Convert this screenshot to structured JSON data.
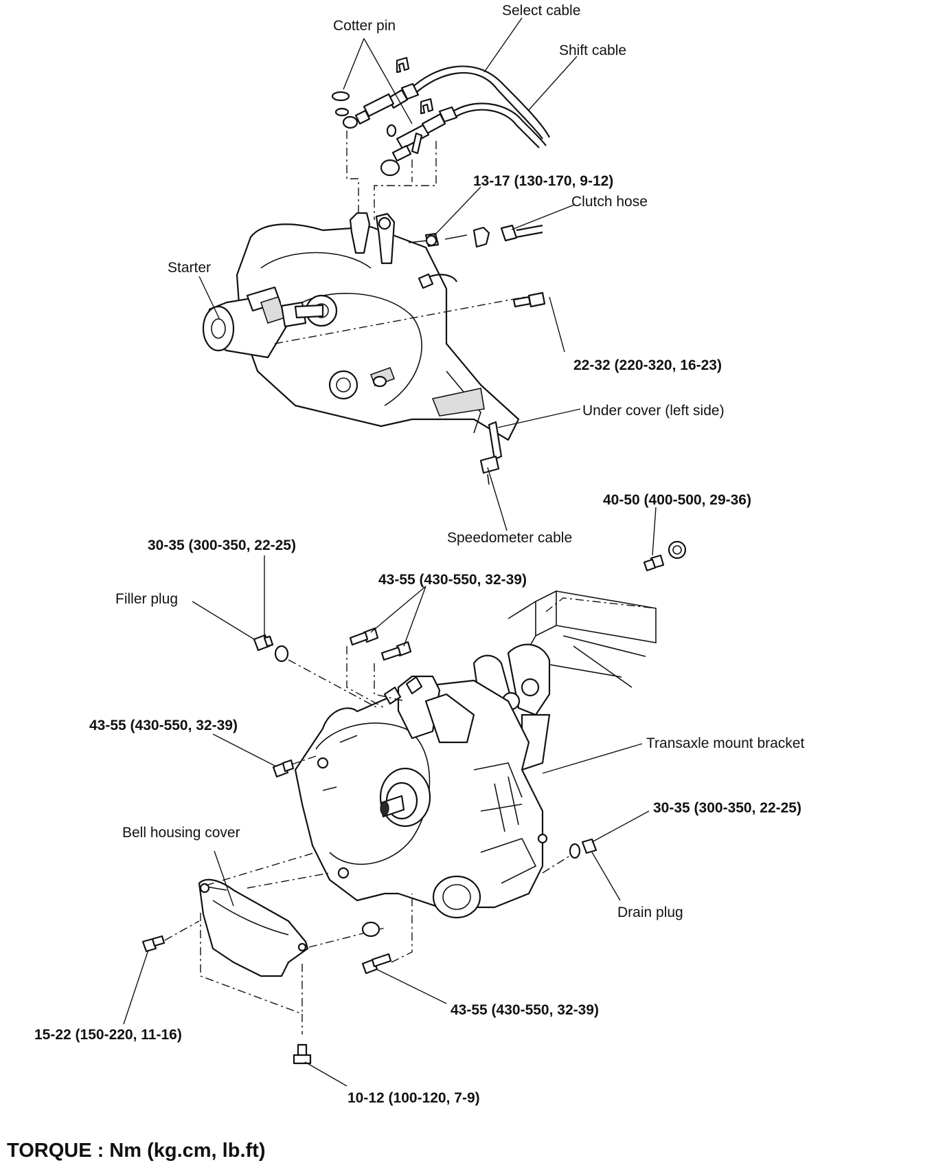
{
  "labels": {
    "cotter_pin": "Cotter pin",
    "select_cable": "Select cable",
    "shift_cable": "Shift cable",
    "torque_13_17": "13-17 (130-170, 9-12)",
    "clutch_hose": "Clutch hose",
    "starter": "Starter",
    "torque_22_32": "22-32 (220-320, 16-23)",
    "under_cover": "Under cover (left side)",
    "torque_40_50": "40-50 (400-500, 29-36)",
    "speedometer_cable": "Speedometer  cable",
    "torque_30_35_filler": "30-35 (300-350, 22-25)",
    "torque_43_55_top": "43-55 (430-550, 32-39)",
    "filler_plug": "Filler plug",
    "torque_43_55_left": "43-55 (430-550, 32-39)",
    "transaxle_mount_bracket": "Transaxle mount bracket",
    "torque_30_35_drain": "30-35 (300-350, 22-25)",
    "bell_housing_cover": "Bell housing cover",
    "drain_plug": "Drain plug",
    "torque_43_55_bottom": "43-55 (430-550, 32-39)",
    "torque_15_22": "15-22 (150-220, 11-16)",
    "torque_10_12": "10-12 (100-120, 7-9)"
  },
  "footer": {
    "torque_units": "TORQUE : Nm (kg.cm, lb.ft)"
  },
  "icons": {
    "ink_color": "#111111",
    "background": "#ffffff"
  }
}
